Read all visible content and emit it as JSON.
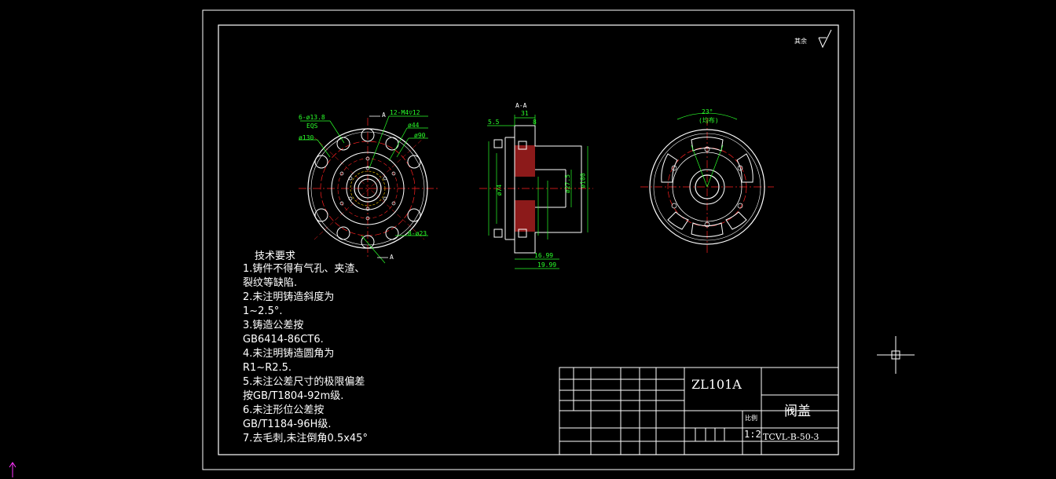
{
  "sheet": {
    "material": "ZL101A",
    "part_name": "阀盖",
    "scale_label": "比例",
    "scale_value": "1:2",
    "drawing_number": "TCVL-B-50-3",
    "roughness_note": "其余"
  },
  "tech_requirements": {
    "title": "技术要求",
    "lines": [
      "1.铸件不得有气孔、夹渣、",
      "裂纹等缺陷.",
      "2.未注明铸造斜度为",
      "1~2.5°.",
      "3.铸造公差按",
      "GB6414-86CT6.",
      "4.未注明铸造圆角为",
      "R1~R2.5.",
      "5.未注公差尺寸的极限偏差",
      "按GB/T1804-92m级.",
      "6.未注形位公差按",
      "GB/T1184-96H级.",
      "7.去毛刺,未注倒角0.5x45°"
    ]
  },
  "front_view": {
    "section_mark_top": "A",
    "section_mark_bottom": "A",
    "dims": [
      "6-ø13.8",
      "EQS",
      "ø130",
      "12-M4▽12",
      "ø44",
      "ø90",
      "8-ø23"
    ]
  },
  "section_view": {
    "title": "A-A",
    "dims": [
      "31",
      "5.5",
      "8",
      "ø100",
      "ø27.5",
      "16.99",
      "19.99",
      "ø74"
    ]
  },
  "right_view": {
    "dims": [
      "23°",
      "(均布)"
    ]
  },
  "colors": {
    "line_white": "#ffffff",
    "center_red": "#ff2020",
    "dim_green": "#2aff2a",
    "hatch_red": "#ff3030",
    "cursor_magenta": "#ff33ff"
  }
}
